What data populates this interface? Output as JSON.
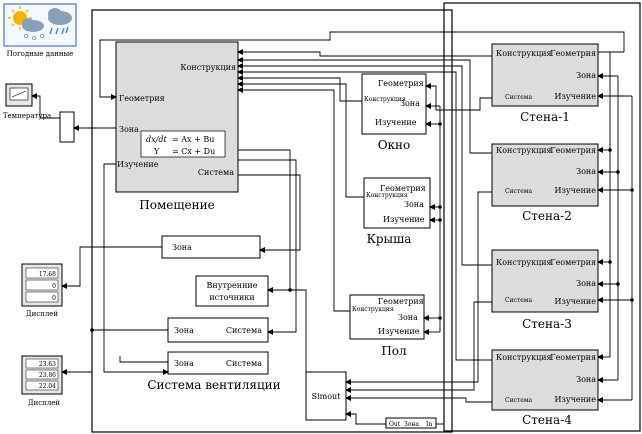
{
  "weather": {
    "label": "Погодные данные"
  },
  "thermometer": {
    "label": "Температура"
  },
  "room": {
    "title": "Помещение",
    "ports": {
      "construction": "Конструкция",
      "geometry": "Геометрия",
      "zone": "Зона",
      "radiation": "Изучение",
      "system": "Система"
    },
    "equations": {
      "state_lhs": "dx/dt",
      "state_rhs": "= Ax + Bu",
      "output_lhs": "Y",
      "output_rhs": "= Cx + Du"
    }
  },
  "window": {
    "title": "Окно",
    "ports": {
      "geometry": "Геометрия",
      "construction": "Конструкция",
      "zone": "Зона",
      "radiation": "Изучение"
    }
  },
  "roof": {
    "title": "Крыша",
    "ports": {
      "geometry": "Геометрия",
      "construction": "Конструкция",
      "zone": "Зона",
      "radiation": "Изучение"
    }
  },
  "floor": {
    "title": "Пол",
    "ports": {
      "geometry": "Геометрия",
      "construction": "Конструкция",
      "zone": "Зона",
      "radiation": "Изучение"
    }
  },
  "walls": [
    {
      "title": "Стена-1",
      "construction": "Конструкция",
      "geometry": "Геометрия",
      "zone": "Зона",
      "system": "Система",
      "radiation": "Изучение"
    },
    {
      "title": "Стена-2",
      "construction": "Конструкция",
      "geometry": "Геометрия",
      "zone": "Зона",
      "system": "Система",
      "radiation": "Изучение"
    },
    {
      "title": "Стена-3",
      "construction": "Конструкция",
      "geometry": "Геометрия",
      "zone": "Зона",
      "system": "Система",
      "radiation": "Изучение"
    },
    {
      "title": "Стена-4",
      "construction": "Конструкция",
      "geometry": "Геометрия",
      "zone": "Зона",
      "system": "Система",
      "radiation": "Изучение"
    }
  ],
  "zone_block": {
    "label": "Зона"
  },
  "internal_sources": {
    "line1": "Внутренние",
    "line2": "источники"
  },
  "system_block": {
    "zone": "Зона",
    "system": "Система"
  },
  "ventilation": {
    "title": "Система вентиляции",
    "zone": "Зона",
    "system": "Система"
  },
  "simout": {
    "label": "Simout"
  },
  "out_block": {
    "out": "Out",
    "zone": "Зона",
    "in": "In"
  },
  "display1": {
    "label": "Дисплей",
    "values": [
      "17.68",
      "0",
      "0"
    ]
  },
  "display2": {
    "label": "Дисплей",
    "values": [
      "23.63",
      "23.86",
      "22.04"
    ]
  }
}
